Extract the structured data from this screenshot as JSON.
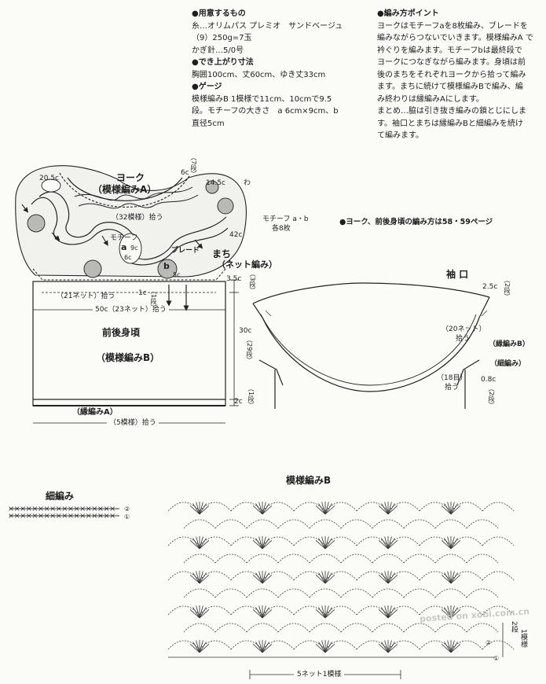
{
  "materials": {
    "heading": "●用意するもの",
    "lines": [
      "糸…オリムパス プレミオ　サンドベージュ",
      "（9）250g=7玉",
      "かぎ針…5/0号"
    ],
    "size_heading": "●でき上がり寸法",
    "size_text": "胸囲100cm、丈60cm、ゆき丈33cm",
    "gauge_heading": "●ゲージ",
    "gauge_lines": [
      "模様編みB 1模様で11cm、10cmで9.5",
      "段。モチーフの大きさ　a 6cm×9cm、b",
      "直径5cm"
    ]
  },
  "points": {
    "heading": "●編み方ポイント",
    "lines": [
      "ヨークはモチーフaを8枚編み、ブレードを",
      "編みながらつないでいきます。模様編みA で",
      "衿ぐりを編みます。モチーフbは最終段で",
      "ヨークにつなぎながら編みます。身頃は前",
      "後のまちをそれぞれヨークから拾って編み",
      "ます。まちに続けて模様編みBで編み、編",
      "み終わりは縁編みAにします。",
      "まとめ…脇は引き抜き編みの鎖とじにしま",
      "す。袖口とまちは縁編みBと細編みを続け",
      "て編みます。"
    ]
  },
  "reference_note": "●ヨーク、前後身頃の編み方は58・59ページ",
  "yoke": {
    "title": "ヨーク",
    "pattern": "（模様編みA）",
    "dim_left": "20.5c",
    "dim_neck": "6c",
    "dim_neck_rows": "（7段）",
    "dim_right": "14.5c",
    "dim_right_suffix": "わ",
    "pickup_32": "（32模様）拾う",
    "dim_42": "42c",
    "motif_label": "モチーフ",
    "motif_a": "a",
    "motif_a_w": "9c",
    "motif_a_h": "6c",
    "braid": "ブレード",
    "motif_b": "b",
    "motif_b_d": "5c",
    "motif_count": "モチーフ a・b",
    "motif_count2": "各8枚"
  },
  "machi": {
    "title": "まち",
    "pattern": "（ネット編み）",
    "dim": "3.5c",
    "rows": "（3段）"
  },
  "body": {
    "pickup_21": "（21ネット）拾う",
    "dim_1c": "1c",
    "dim_1c_rows": "（1段）",
    "dim_50": "50c（23ネット）拾う",
    "title": "前後身頃",
    "pattern": "（模様編みB）",
    "dim_30": "30c",
    "dim_30_rows": "（29段）",
    "dim_1_rows": "（1段）",
    "dim_2c": "2c",
    "edge": "（縁編みA）",
    "pickup_5": "（5模様）拾う"
  },
  "sleeve": {
    "title": "袖 口",
    "dim_25": "2.5c",
    "dim_25_rows": "（2段）",
    "pickup_20": "（20ネット）",
    "pickup_20b": "拾う",
    "edge_b": "（縁編みB）",
    "sc": "（細編み）",
    "rows_18": "（18目）",
    "rows_18b": "拾う",
    "dim_08": "0.8c",
    "dim_08_rows": "（2段）"
  },
  "sc_chart": {
    "title": "細編み",
    "row2": "②",
    "row1": "①"
  },
  "pattern_b": {
    "title": "模様編みB",
    "rows_label": "2段",
    "rows_label2": "1模様",
    "row2": "②",
    "row1": "①",
    "repeat": "5ネット1模様"
  },
  "watermark": "posted on xobi.com.cn"
}
